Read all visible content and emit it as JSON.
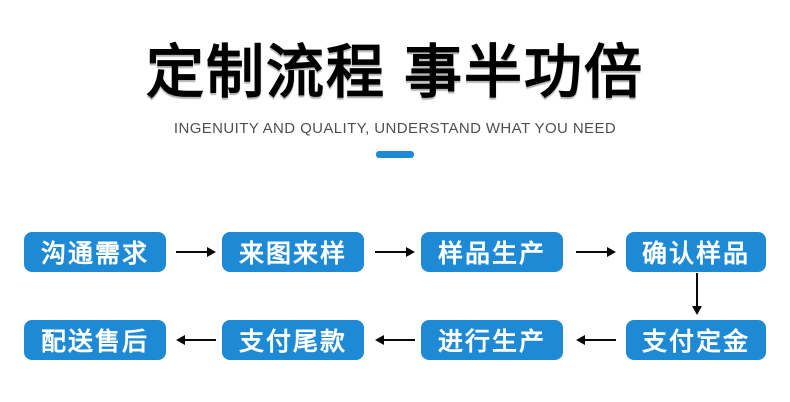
{
  "header": {
    "title": "定制流程 事半功倍",
    "subtitle": "INGENUITY AND QUALITY, UNDERSTAND WHAT YOU NEED"
  },
  "colors": {
    "accent_blue": "#1e89d5",
    "title_black": "#000000",
    "subtitle_gray": "#4f4f4f",
    "arrow_black": "#0a0a0a",
    "box_text_white": "#ffffff"
  },
  "process": {
    "row1": {
      "arrow_direction": "right",
      "boxes": [
        "沟通需求",
        "来图来样",
        "样品生产",
        "确认样品"
      ]
    },
    "connector_between_rows": "down",
    "row2": {
      "arrow_direction": "left",
      "boxes": [
        "配送售后",
        "支付尾款",
        "进行生产",
        "支付定金"
      ]
    },
    "step_order": [
      "沟通需求",
      "来图来样",
      "样品生产",
      "确认样品",
      "支付定金",
      "进行生产",
      "支付尾款",
      "配送售后"
    ]
  }
}
